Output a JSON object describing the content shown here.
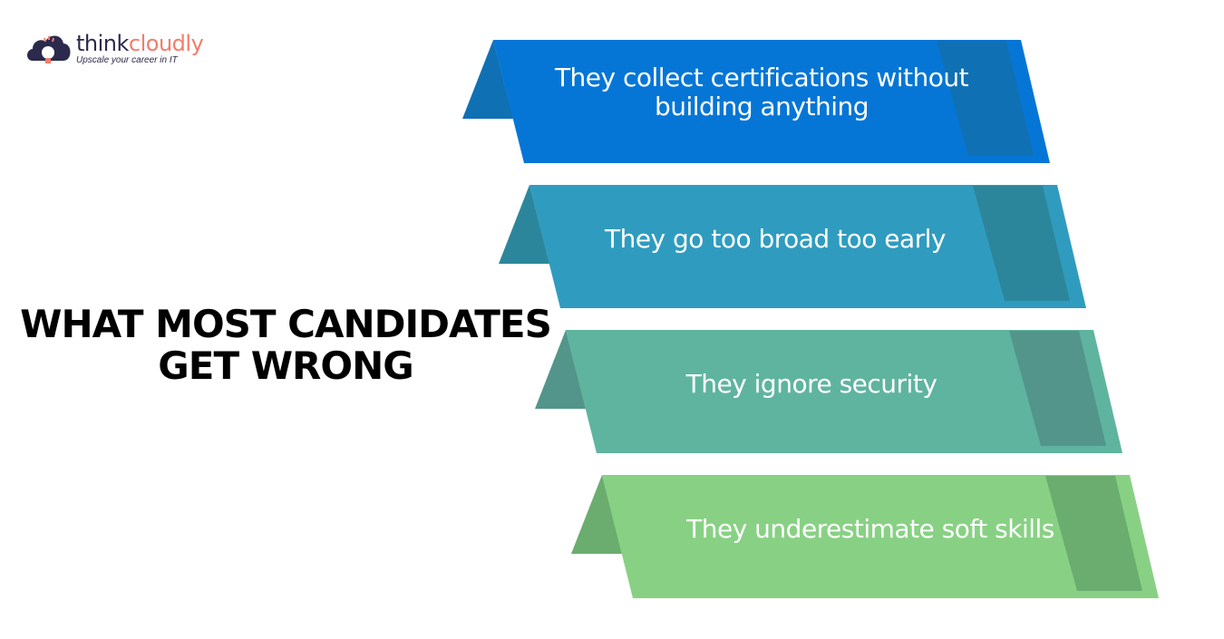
{
  "logo": {
    "brand_dark": "think",
    "brand_accent": "cloudly",
    "tagline": "Upscale your career in IT"
  },
  "title": {
    "line1": "WHAT MOST CANDIDATES",
    "line2": "GET WRONG"
  },
  "items": [
    {
      "text": "They collect certifications without building anything",
      "color": "#0576d6",
      "dark": "#1070b4"
    },
    {
      "text": "They go too broad too early",
      "color": "#2f9cbf",
      "dark": "#2c869b"
    },
    {
      "text": "They ignore security",
      "color": "#5fb4a0",
      "dark": "#53958a"
    },
    {
      "text": "They underestimate soft skills",
      "color": "#88d184",
      "dark": "#6aad6e"
    }
  ]
}
